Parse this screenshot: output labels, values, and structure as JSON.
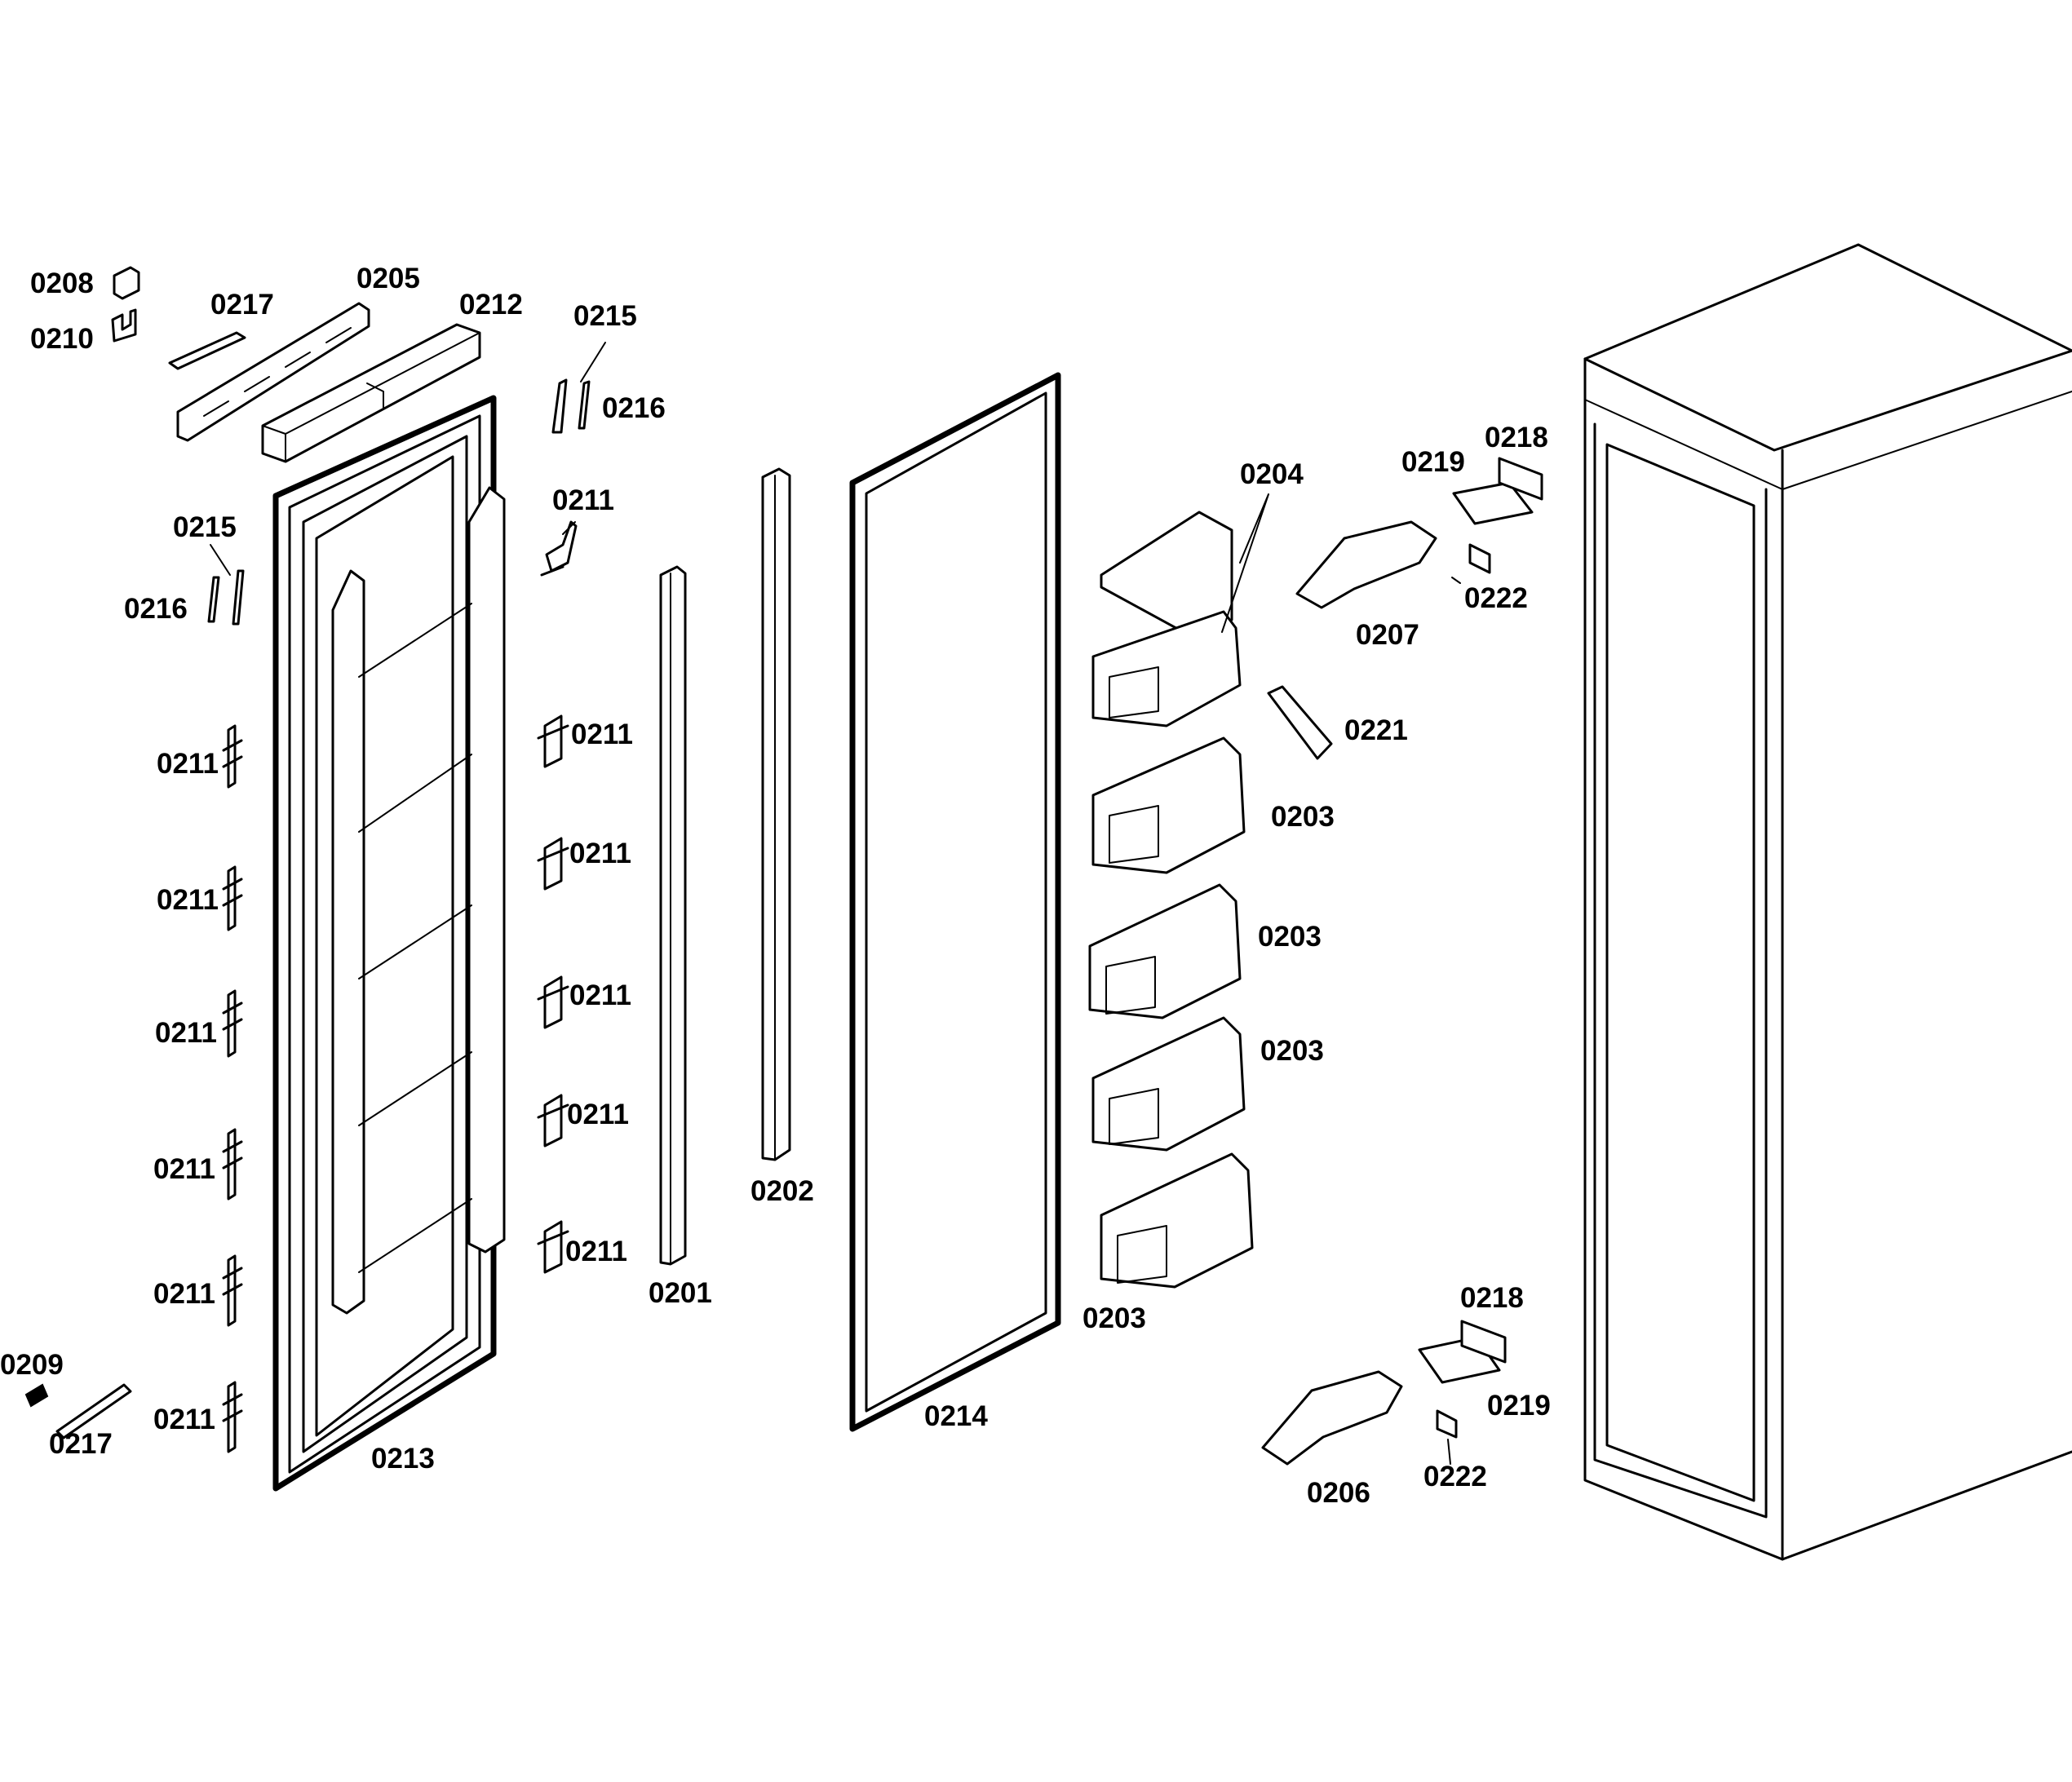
{
  "labels": [
    "0208",
    "0210",
    "0217",
    "0205",
    "0212",
    "0215",
    "0216",
    "0215",
    "0216",
    "0211",
    "0211",
    "0211",
    "0211",
    "0211",
    "0211",
    "0211",
    "0211",
    "0211",
    "0211",
    "0211",
    "0211",
    "0211",
    "0211",
    "0209",
    "0217",
    "0213",
    "0201",
    "0202",
    "0214",
    "0204",
    "0219",
    "0218",
    "0207",
    "0222",
    "0221",
    "0203",
    "0203",
    "0203",
    "0203",
    "0218",
    "0219",
    "0206",
    "0222"
  ]
}
